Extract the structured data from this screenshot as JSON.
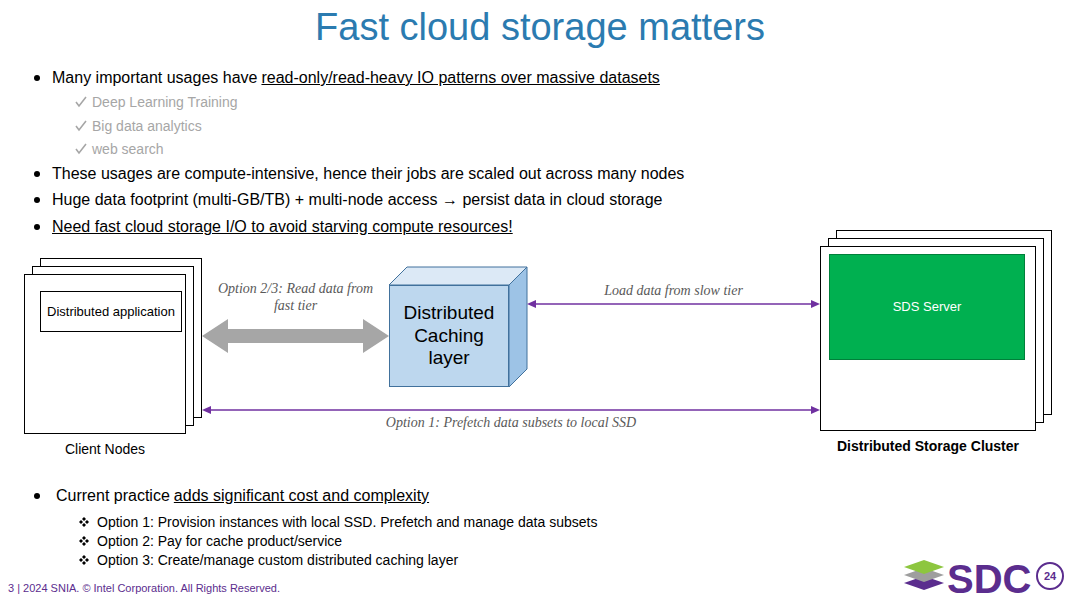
{
  "diagram": {
    "title": "Fast cloud storage matters",
    "nodes": [
      {
        "text": [
          "Client Nodes"
        ]
      },
      {
        "text": [
          "Distributed application"
        ],
        "in": 0
      },
      {
        "text": [
          "Distributed Caching layer"
        ]
      },
      {
        "text": [
          "Distributed Storage Cluster"
        ]
      },
      {
        "text": [
          "SDS Server"
        ],
        "in": 3
      }
    ],
    "edges": [
      {
        "from": 0,
        "to": 2,
        "arrow": "both",
        "label": "Option 2/3: Read data from fast tier"
      },
      {
        "from": 2,
        "to": 3,
        "arrow": "both",
        "label": "Load data from slow tier"
      },
      {
        "from": 0,
        "to": 3,
        "arrow": "both",
        "label": "Option 1: Prefetch data subsets to local SSD"
      }
    ],
    "labels": [
      "Many important usages have",
      "read-only/read-heavy IO patterns over massive datasets",
      "Deep Learning Training",
      "Big data analytics",
      "web search",
      "These usages are compute-intensive, hence their jobs are scaled out across many nodes",
      "Huge data footprint (multi-GB/TB) + multi-node access → persist data in cloud storage",
      "Need fast cloud storage I/O to avoid starving compute resources!",
      "Current practice",
      "adds significant cost and complexity",
      "Option 1: Provision instances with local SSD. Prefetch and manage data subsets",
      "Option 2: Pay for cache product/service",
      "Option 3: Create/manage custom distributed caching layer",
      "3 | 2024 SNIA. © Intel Corporation. All Rights Reserved.",
      "SDC",
      "24"
    ]
  }
}
